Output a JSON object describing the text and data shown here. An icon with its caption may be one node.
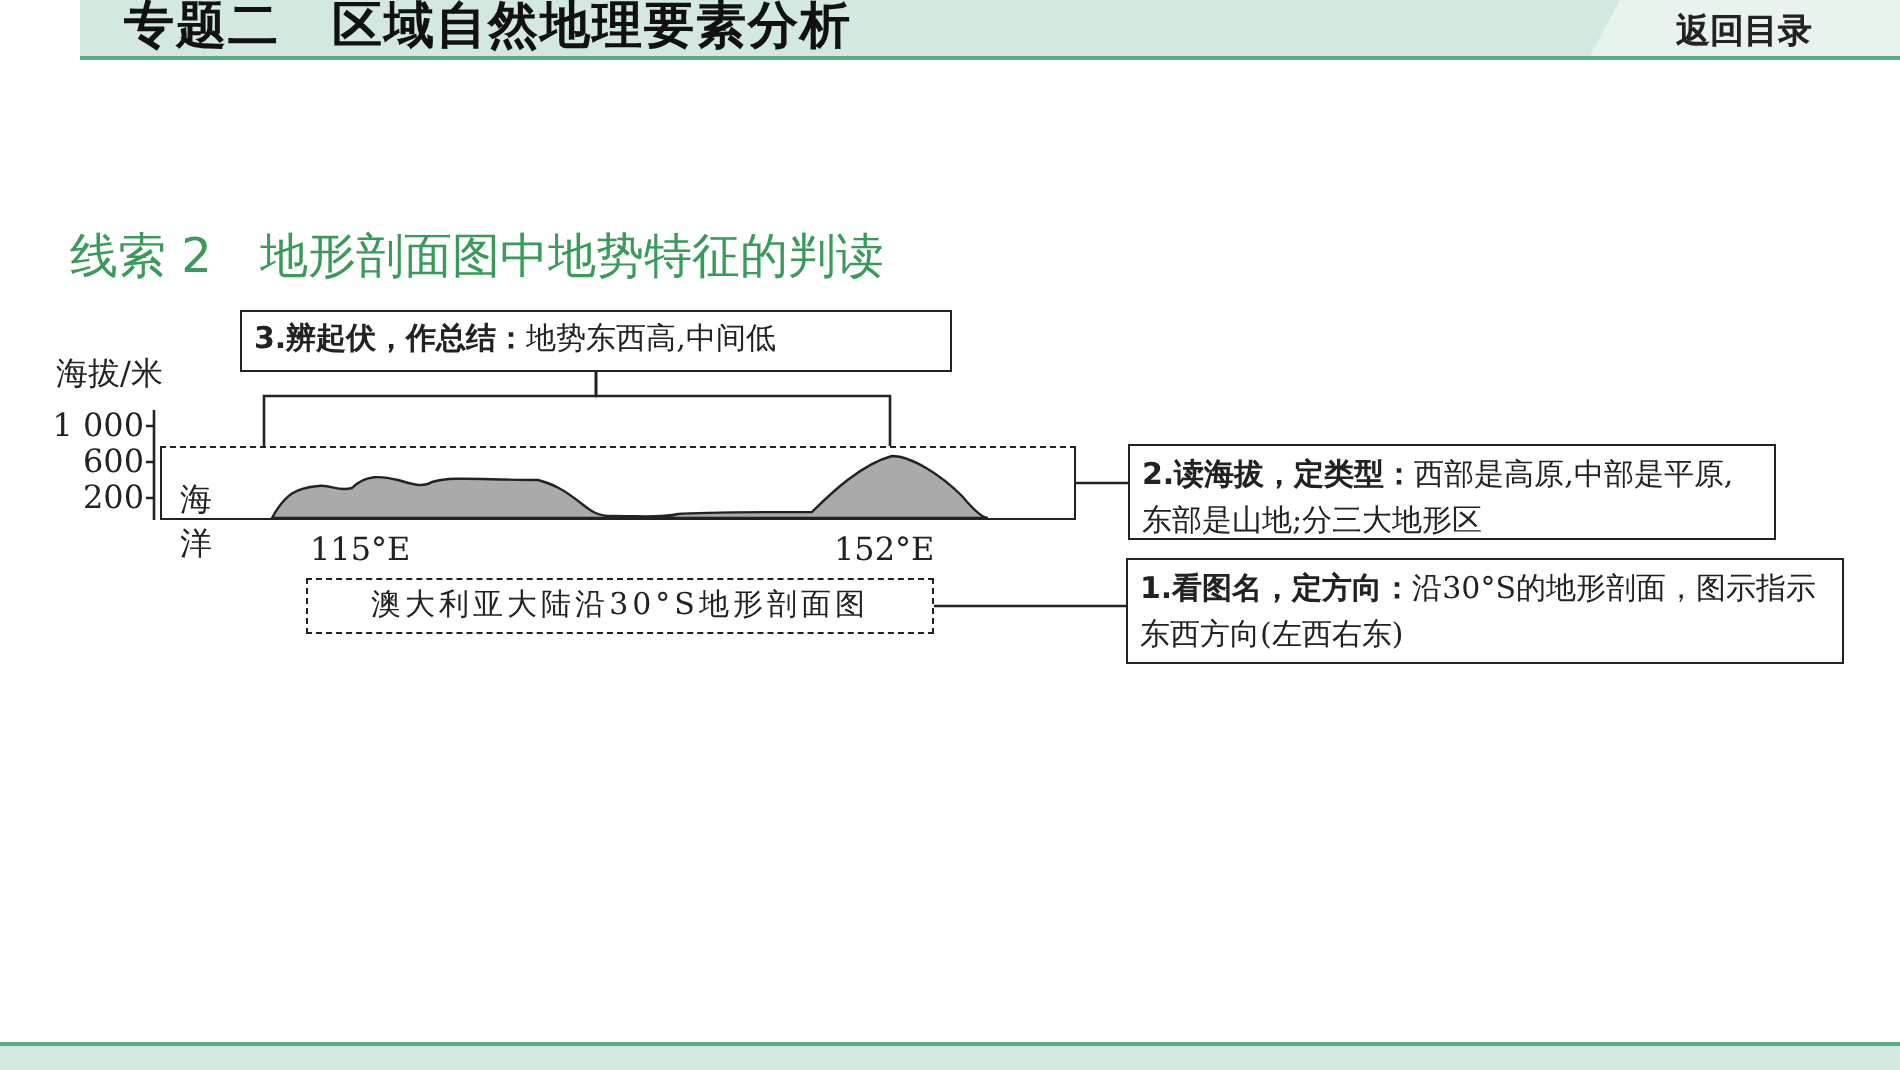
{
  "diagram": {
    "title": "专题二　区域自然地理要素分析",
    "nodes": [
      {
        "text": [
          "**3.辨起伏，作总结：**地势东西高,中间低"
        ]
      },
      {
        "text": [],
        "shape": "box"
      },
      {
        "text": [
          "**2.读海拔，定类型：**西部是高原,中部是平原,东部是山地;分三大地形区"
        ]
      },
      {
        "text": [
          "澳大利亚大陆沿30°S地形剖面图"
        ]
      },
      {
        "text": [
          "**1.看图名，定方向：**沿30°S的地形剖面，图示指示东西方向(左西右东)"
        ]
      }
    ],
    "edges": [
      {
        "from": 0,
        "to": 1,
        "arrow": "none"
      },
      {
        "from": 0,
        "to": 1,
        "arrow": "none"
      },
      {
        "from": 1,
        "to": 2,
        "arrow": "none"
      },
      {
        "from": 3,
        "to": 4,
        "arrow": "none"
      }
    ],
    "labels": [
      "返回目录",
      "线索 2　地形剖面图中地势特征的判读",
      "海拔/米",
      "1 000",
      "600",
      "200",
      "海洋",
      "115°E",
      "152°E"
    ]
  }
}
